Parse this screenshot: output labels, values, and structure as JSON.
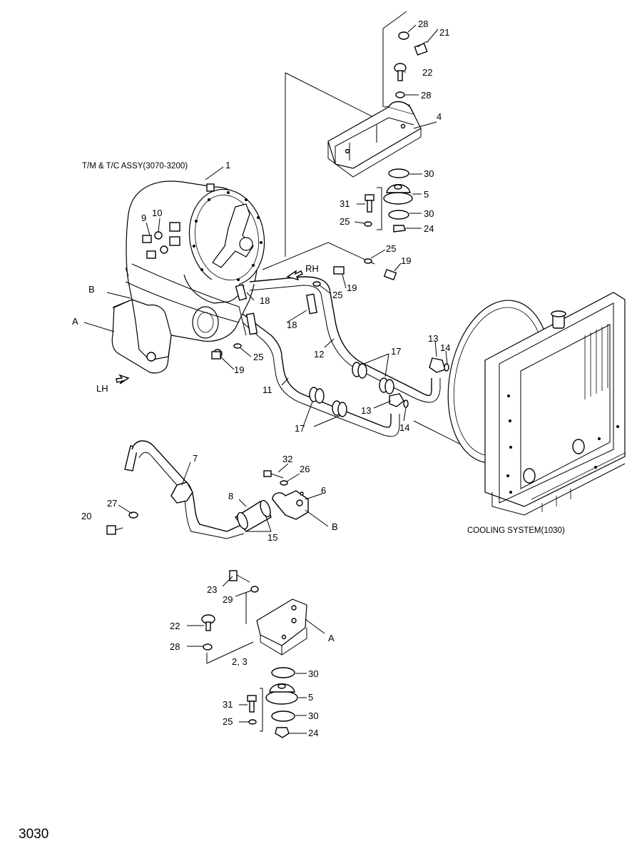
{
  "titles": {
    "tm_assy": "T/M & T/C ASSY(3070-3200)",
    "cooling": "COOLING SYSTEM(1030)",
    "page_number": "3030"
  },
  "directions": {
    "rh": "RH",
    "lh": "LH"
  },
  "views": {
    "a": "A",
    "b": "B"
  },
  "callouts": [
    {
      "id": "c1",
      "text": "1"
    },
    {
      "id": "c2_3",
      "text": "2, 3"
    },
    {
      "id": "c4",
      "text": "4"
    },
    {
      "id": "c5a",
      "text": "5"
    },
    {
      "id": "c5b",
      "text": "5"
    },
    {
      "id": "c6",
      "text": "6"
    },
    {
      "id": "c7",
      "text": "7"
    },
    {
      "id": "c8",
      "text": "8"
    },
    {
      "id": "c9",
      "text": "9"
    },
    {
      "id": "c10",
      "text": "10"
    },
    {
      "id": "c11",
      "text": "11"
    },
    {
      "id": "c12",
      "text": "12"
    },
    {
      "id": "c13a",
      "text": "13"
    },
    {
      "id": "c13b",
      "text": "13"
    },
    {
      "id": "c14a",
      "text": "14"
    },
    {
      "id": "c14b",
      "text": "14"
    },
    {
      "id": "c15",
      "text": "15"
    },
    {
      "id": "c17a",
      "text": "17"
    },
    {
      "id": "c17b",
      "text": "17"
    },
    {
      "id": "c18a",
      "text": "18"
    },
    {
      "id": "c18b",
      "text": "18"
    },
    {
      "id": "c19a",
      "text": "19"
    },
    {
      "id": "c19b",
      "text": "19"
    },
    {
      "id": "c19c",
      "text": "19"
    },
    {
      "id": "c20",
      "text": "20"
    },
    {
      "id": "c21",
      "text": "21"
    },
    {
      "id": "c22a",
      "text": "22"
    },
    {
      "id": "c22b",
      "text": "22"
    },
    {
      "id": "c23",
      "text": "23"
    },
    {
      "id": "c24a",
      "text": "24"
    },
    {
      "id": "c24b",
      "text": "24"
    },
    {
      "id": "c25a",
      "text": "25"
    },
    {
      "id": "c25b",
      "text": "25"
    },
    {
      "id": "c25c",
      "text": "25"
    },
    {
      "id": "c25d",
      "text": "25"
    },
    {
      "id": "c25e",
      "text": "25"
    },
    {
      "id": "c26",
      "text": "26"
    },
    {
      "id": "c27",
      "text": "27"
    },
    {
      "id": "c28a",
      "text": "28"
    },
    {
      "id": "c28b",
      "text": "28"
    },
    {
      "id": "c28c",
      "text": "28"
    },
    {
      "id": "c29",
      "text": "29"
    },
    {
      "id": "c30a",
      "text": "30"
    },
    {
      "id": "c30b",
      "text": "30"
    },
    {
      "id": "c30c",
      "text": "30"
    },
    {
      "id": "c30d",
      "text": "30"
    },
    {
      "id": "c31a",
      "text": "31"
    },
    {
      "id": "c31b",
      "text": "31"
    },
    {
      "id": "c32",
      "text": "32"
    }
  ]
}
